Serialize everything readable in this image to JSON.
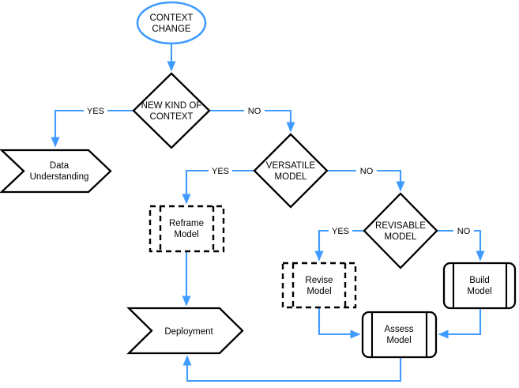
{
  "diagram": {
    "background_color": "#ffffff",
    "connector_color": "#3f9bff",
    "shape_stroke_color": "#000000",
    "nodes": {
      "context_change": {
        "type": "terminator-ellipse",
        "line1": "CONTEXT",
        "line2": "CHANGE"
      },
      "new_kind_of_context": {
        "type": "decision-diamond",
        "line1": "NEW KIND OF",
        "line2": "CONTEXT"
      },
      "data_understanding": {
        "type": "chevron-banner",
        "line1": "Data",
        "line2": "Understanding"
      },
      "versatile_model": {
        "type": "decision-diamond",
        "line1": "VERSATILE",
        "line2": "MODEL"
      },
      "reframe_model": {
        "type": "dashed-predefined-process",
        "line1": "Reframe",
        "line2": "Model"
      },
      "revisable_model": {
        "type": "decision-diamond",
        "line1": "REVISABLE",
        "line2": "MODEL"
      },
      "revise_model": {
        "type": "dashed-predefined-process",
        "line1": "Revise",
        "line2": "Model"
      },
      "build_model": {
        "type": "predefined-process",
        "line1": "Build",
        "line2": "Model"
      },
      "assess_model": {
        "type": "predefined-process",
        "line1": "Assess",
        "line2": "Model"
      },
      "deployment": {
        "type": "chevron-banner",
        "label": "Deployment"
      }
    },
    "edge_labels": {
      "new_kind_yes": "YES",
      "new_kind_no": "NO",
      "versatile_yes": "YES",
      "versatile_no": "NO",
      "revisable_yes": "YES",
      "revisable_no": "NO"
    }
  }
}
